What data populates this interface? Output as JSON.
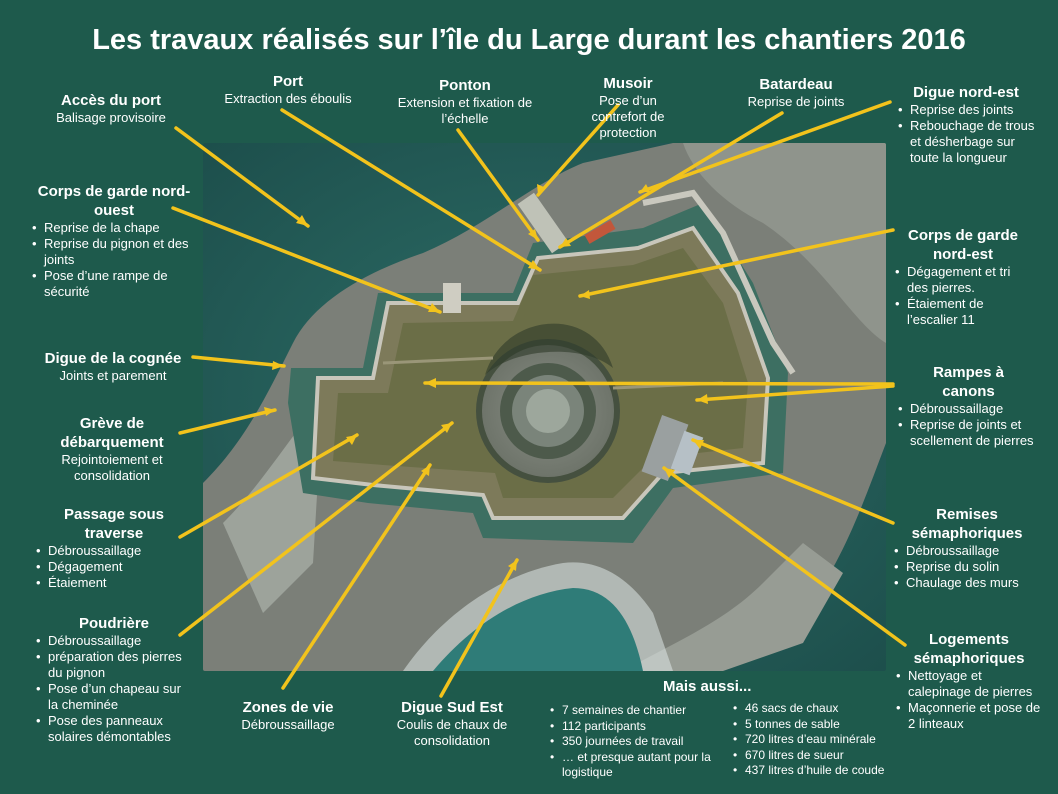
{
  "title": "Les travaux réalisés sur l’île du Large durant les chantiers 2016",
  "colors": {
    "background": "#1e5a4c",
    "leader": "#f2c31c",
    "text": "#ffffff"
  },
  "labels": {
    "acces": {
      "title": "Accès du port",
      "text": "Balisage provisoire"
    },
    "port": {
      "title": "Port",
      "text": "Extraction des éboulis"
    },
    "ponton": {
      "title": "Ponton",
      "text": "Extension et fixation de l’échelle"
    },
    "musoir": {
      "title": "Musoir",
      "text": "Pose d’un contrefort de protection"
    },
    "batardeau": {
      "title": "Batardeau",
      "text": "Reprise de joints"
    },
    "digue_ne": {
      "title": "Digue nord-est",
      "items": [
        "Reprise des joints",
        "Rebouchage de trous et désherbage sur toute la longueur"
      ]
    },
    "corps_no": {
      "title": "Corps de garde nord-ouest",
      "items": [
        "Reprise de la chape",
        "Reprise du pignon et des joints",
        "Pose d’une rampe de sécurité"
      ]
    },
    "corps_ne": {
      "title": "Corps de garde nord-est",
      "items": [
        "Dégagement et tri des pierres.",
        "Étaiement de l’escalier 11"
      ]
    },
    "cognee": {
      "title": "Digue de la cognée",
      "text": "Joints et parement"
    },
    "rampes": {
      "title": "Rampes à canons",
      "items": [
        "Débroussaillage",
        "Reprise de joints et scellement de pierres"
      ]
    },
    "greve": {
      "title": "Grève de débarquement",
      "text": "Rejointoiement et consolidation"
    },
    "passage": {
      "title": "Passage sous traverse",
      "items": [
        "Débroussaillage",
        "Dégagement",
        "Étaiement"
      ]
    },
    "remises": {
      "title": "Remises sémaphoriques",
      "items": [
        "Débroussaillage",
        "Reprise du solin",
        "Chaulage des murs"
      ]
    },
    "poudriere": {
      "title": "Poudrière",
      "items": [
        "Débroussaillage",
        "préparation des pierres du pignon",
        "Pose d’un chapeau sur la cheminée",
        "Pose des panneaux solaires démontables"
      ]
    },
    "zones": {
      "title": "Zones de vie",
      "text": "Débroussaillage"
    },
    "digue_se": {
      "title": "Digue Sud Est",
      "text": "Coulis de chaux de consolidation"
    },
    "logements": {
      "title": "Logements sémaphoriques",
      "items": [
        "Nettoyage et calepinage de pierres",
        "Maçonnerie et pose de 2 linteaux"
      ]
    }
  },
  "mais_aussi": {
    "title": "Mais aussi...",
    "left": [
      "7 semaines de chantier",
      "112 participants",
      "350 journées de travail",
      "… et presque autant pour la logistique"
    ],
    "right": [
      "46 sacs de chaux",
      "5 tonnes de sable",
      "720 litres d’eau minérale",
      "670 litres de sueur",
      "437 litres d’huile de coude"
    ]
  }
}
